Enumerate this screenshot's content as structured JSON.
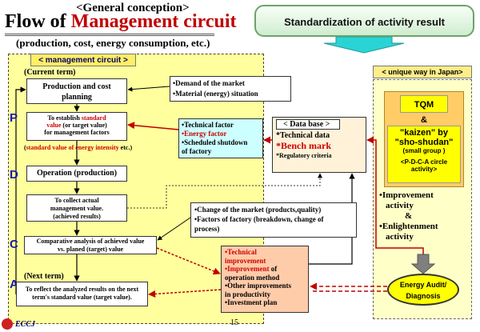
{
  "title": {
    "pre": "<General conception>",
    "main_prefix": "Flow of ",
    "main_accent": "M",
    "main_rest": "anagement circuit",
    "sub": "(production, cost, energy consumption,  etc.)"
  },
  "banner": "Standardization of activity result",
  "mgmt_label": "< management circuit >",
  "current_term": "(Current term)",
  "next_term": "(Next term)",
  "pdca": {
    "p": "P",
    "d": "D",
    "c": "C",
    "a": "A"
  },
  "left_boxes": {
    "production": [
      "Production and cost",
      "planning"
    ],
    "standard": {
      "l1": "To establish ",
      "l1_red": "standard",
      "l2_red": "value",
      "l2": " (or target value)",
      "l3": "for management factors"
    },
    "std_energy_pre": "(",
    "std_energy_red": "standard value of energy intensity",
    "std_energy_post": " etc.)",
    "operation": "Operation (production)",
    "actual": [
      "To collect actual",
      "management value.",
      "(achieved results)"
    ],
    "compare": [
      "Comparative analysis of achieved value",
      "vs. planed (target) value"
    ],
    "reflect": [
      "To reflect the analyzed results on the next",
      "term's standard value (target value)."
    ]
  },
  "demand": [
    "•Demand of the market",
    "•Material (energy) situation"
  ],
  "tech_factor": {
    "l1": "•Technical factor",
    "l2_red": "•Energy factor",
    "l3": "•Scheduled shutdown",
    "l4": "  of factory"
  },
  "database": {
    "title": "< Data base >",
    "l1": "*Technical data",
    "l2": "*Bench mark",
    "l3": "*Regulatory criteria"
  },
  "change_market": [
    "•Change of the market (products,quality)",
    "•Factors of factory (breakdown, change of",
    "  process)"
  ],
  "improve": {
    "l1_red": "•Technical",
    "l2_red": "  improvement",
    "l3_red": "•Improvement",
    "l3": " of",
    "l4": "  operation method",
    "l5": "•Other improvements",
    "l6": "  in productivity",
    "l7": "•Investment plan"
  },
  "unique": {
    "label": "< unique way in Japan>",
    "tqm": "TQM",
    "amp": "&",
    "kaizen": [
      "\"kaizen\" by",
      "\"sho-shudan\"",
      "(small group )",
      "<P-D-C-A circle activity>"
    ],
    "improve": [
      "•Improvement",
      "activity",
      "&",
      "•Enlightenment",
      "activity"
    ],
    "audit": [
      "Energy Audit/",
      "Diagnosis"
    ]
  },
  "footer": {
    "page": "15",
    "logo": "ECCJ"
  },
  "colors": {
    "yellow_region": "#ffff9e",
    "pdca_blue": "#1a1aa8",
    "accent_red": "#cc0000",
    "banner_green": "#cfeccf"
  }
}
